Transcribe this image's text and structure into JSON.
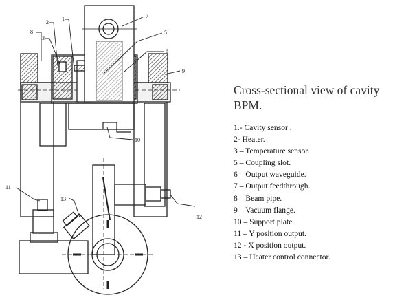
{
  "caption": "Cross-sectional view of cavity BPM.",
  "legend": [
    "1.- Cavity sensor .",
    "2- Heater.",
    "3 – Temperature sensor.",
    "5 – Coupling slot.",
    "6 – Output waveguide.",
    "7 – Output feedthrough.",
    "8 – Beam pipe.",
    "9 – Vacuum flange.",
    "10 – Support plate.",
    "11 – Y position output.",
    "12 - X position output.",
    "13 – Heater control connector."
  ],
  "callouts": {
    "c1": "1",
    "c2": "2",
    "c3": "3",
    "c5": "5",
    "c6": "6",
    "c7": "7",
    "c8": "8",
    "c9": "9",
    "c10": "10",
    "c11": "11",
    "c12": "12",
    "c13": "13"
  }
}
